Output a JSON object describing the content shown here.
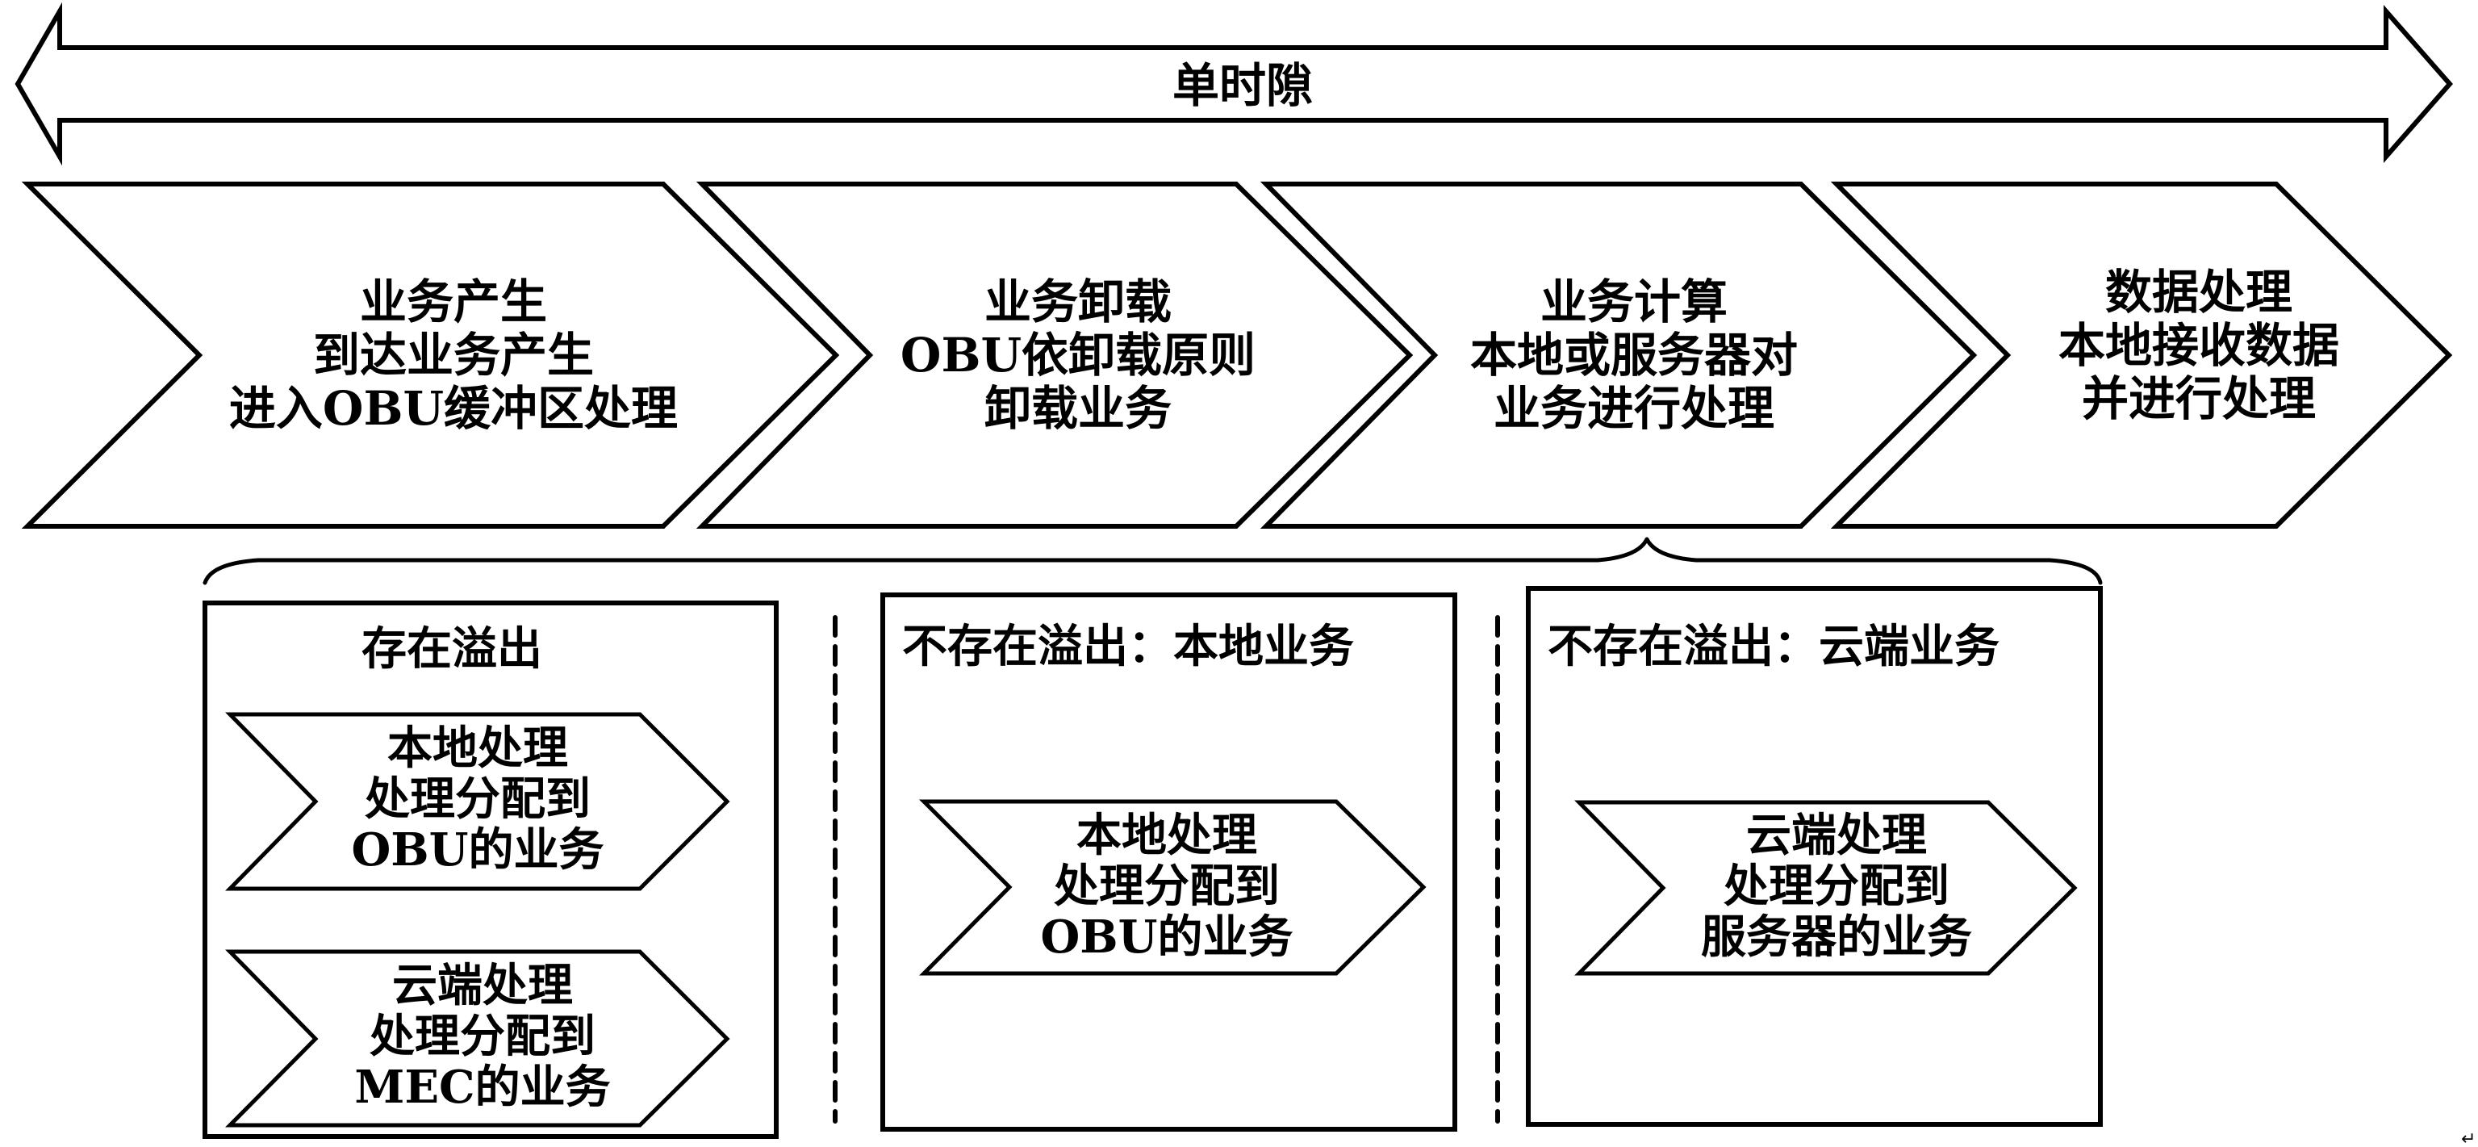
{
  "diagram": {
    "timeline": {
      "label": "单时隙"
    },
    "stages": [
      {
        "id": "stage-1",
        "lines": [
          "业务产生",
          "到达业务产生",
          "进入OBU缓冲区处理"
        ]
      },
      {
        "id": "stage-2",
        "lines": [
          "业务卸载",
          "OBU依卸载原则",
          "卸载业务"
        ]
      },
      {
        "id": "stage-3",
        "lines": [
          "业务计算",
          "本地或服务器对",
          "业务进行处理"
        ]
      },
      {
        "id": "stage-4",
        "lines": [
          "数据处理",
          "本地接收数据",
          "并进行处理"
        ]
      }
    ],
    "brace_source_stage": "stage-3",
    "cases": [
      {
        "title": "存在溢出",
        "items": [
          {
            "lines": [
              "本地处理",
              "处理分配到",
              "OBU的业务"
            ]
          },
          {
            "lines": [
              "云端处理",
              "处理分配到",
              "MEC的业务"
            ]
          }
        ]
      },
      {
        "title": "不存在溢出：本地业务",
        "items": [
          {
            "lines": [
              "本地处理",
              "处理分配到",
              "OBU的业务"
            ]
          }
        ]
      },
      {
        "title": "不存在溢出：云端业务",
        "items": [
          {
            "lines": [
              "云端处理",
              "处理分配到",
              "服务器的业务"
            ]
          }
        ]
      }
    ],
    "end_mark": "↵",
    "colors": {
      "stroke": "#000000",
      "background": "#ffffff",
      "text": "#000000"
    }
  }
}
